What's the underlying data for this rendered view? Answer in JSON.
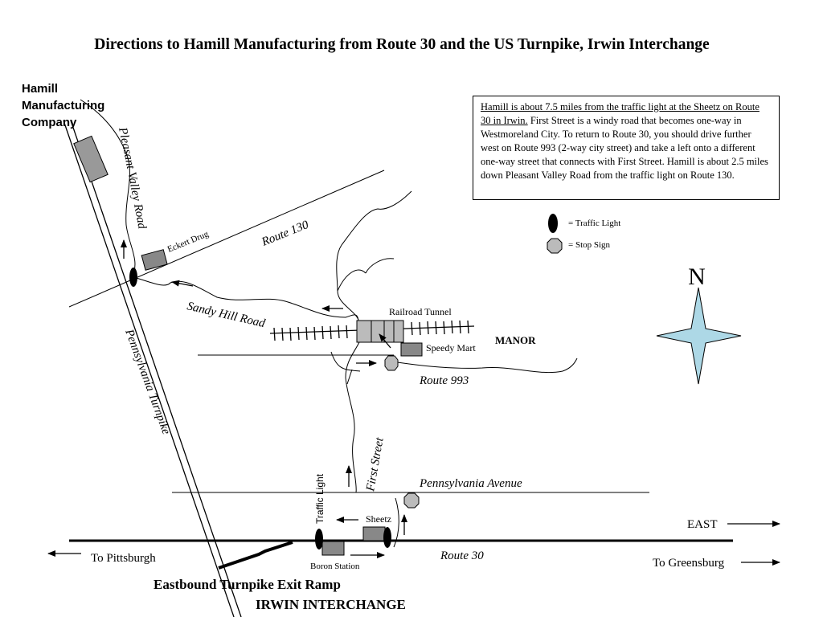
{
  "title": "Directions to Hamill Manufacturing from Route 30 and the US Turnpike, Irwin Interchange",
  "destination": {
    "line1": "Hamill",
    "line2": "Manufacturing",
    "line3": "Company"
  },
  "note": {
    "underlined": "Hamill is about 7.5 miles from the traffic light at the Sheetz on Route 30 in Irwin.",
    "body": " First Street is a windy road that becomes one-way in Westmoreland City.  To return to Route 30, you should drive further west on Route 993 (2-way city street) and take a left onto a different one-way street that connects with First Street.  Hamill is about 2.5 miles down Pleasant Valley Road from the traffic light on Route 130."
  },
  "legend": {
    "traffic_light": "= Traffic Light",
    "stop_sign": "= Stop Sign"
  },
  "compass": {
    "north": "N"
  },
  "roads": {
    "pleasant_valley": "Pleasant Valley Road",
    "route130": "Route 130",
    "sandy_hill": "Sandy Hill Road",
    "pa_turnpike": "Pennsylvania Turnpike",
    "route993": "Route 993",
    "first_street": "First Street",
    "pennsylvania_avenue": "Pennsylvania Avenue",
    "route30": "Route 30"
  },
  "places": {
    "eckert_drug": "Eckert Drug",
    "railroad_tunnel": "Railroad Tunnel",
    "speedy_mart": "Speedy Mart",
    "manor": "MANOR",
    "sheetz": "Sheetz",
    "boron_station": "Boron Station",
    "traffic_light_label": "Traffic Light"
  },
  "directions": {
    "east": "EAST",
    "to_pittsburgh": "To Pittsburgh",
    "to_greensburg": "To Greensburg"
  },
  "exit_ramp": "Eastbound Turnpike Exit Ramp",
  "interchange": "IRWIN INTERCHANGE",
  "colors": {
    "building": "#888888",
    "stop_sign": "#bbbbbb",
    "compass": "#add8e6",
    "ink": "#000000"
  }
}
